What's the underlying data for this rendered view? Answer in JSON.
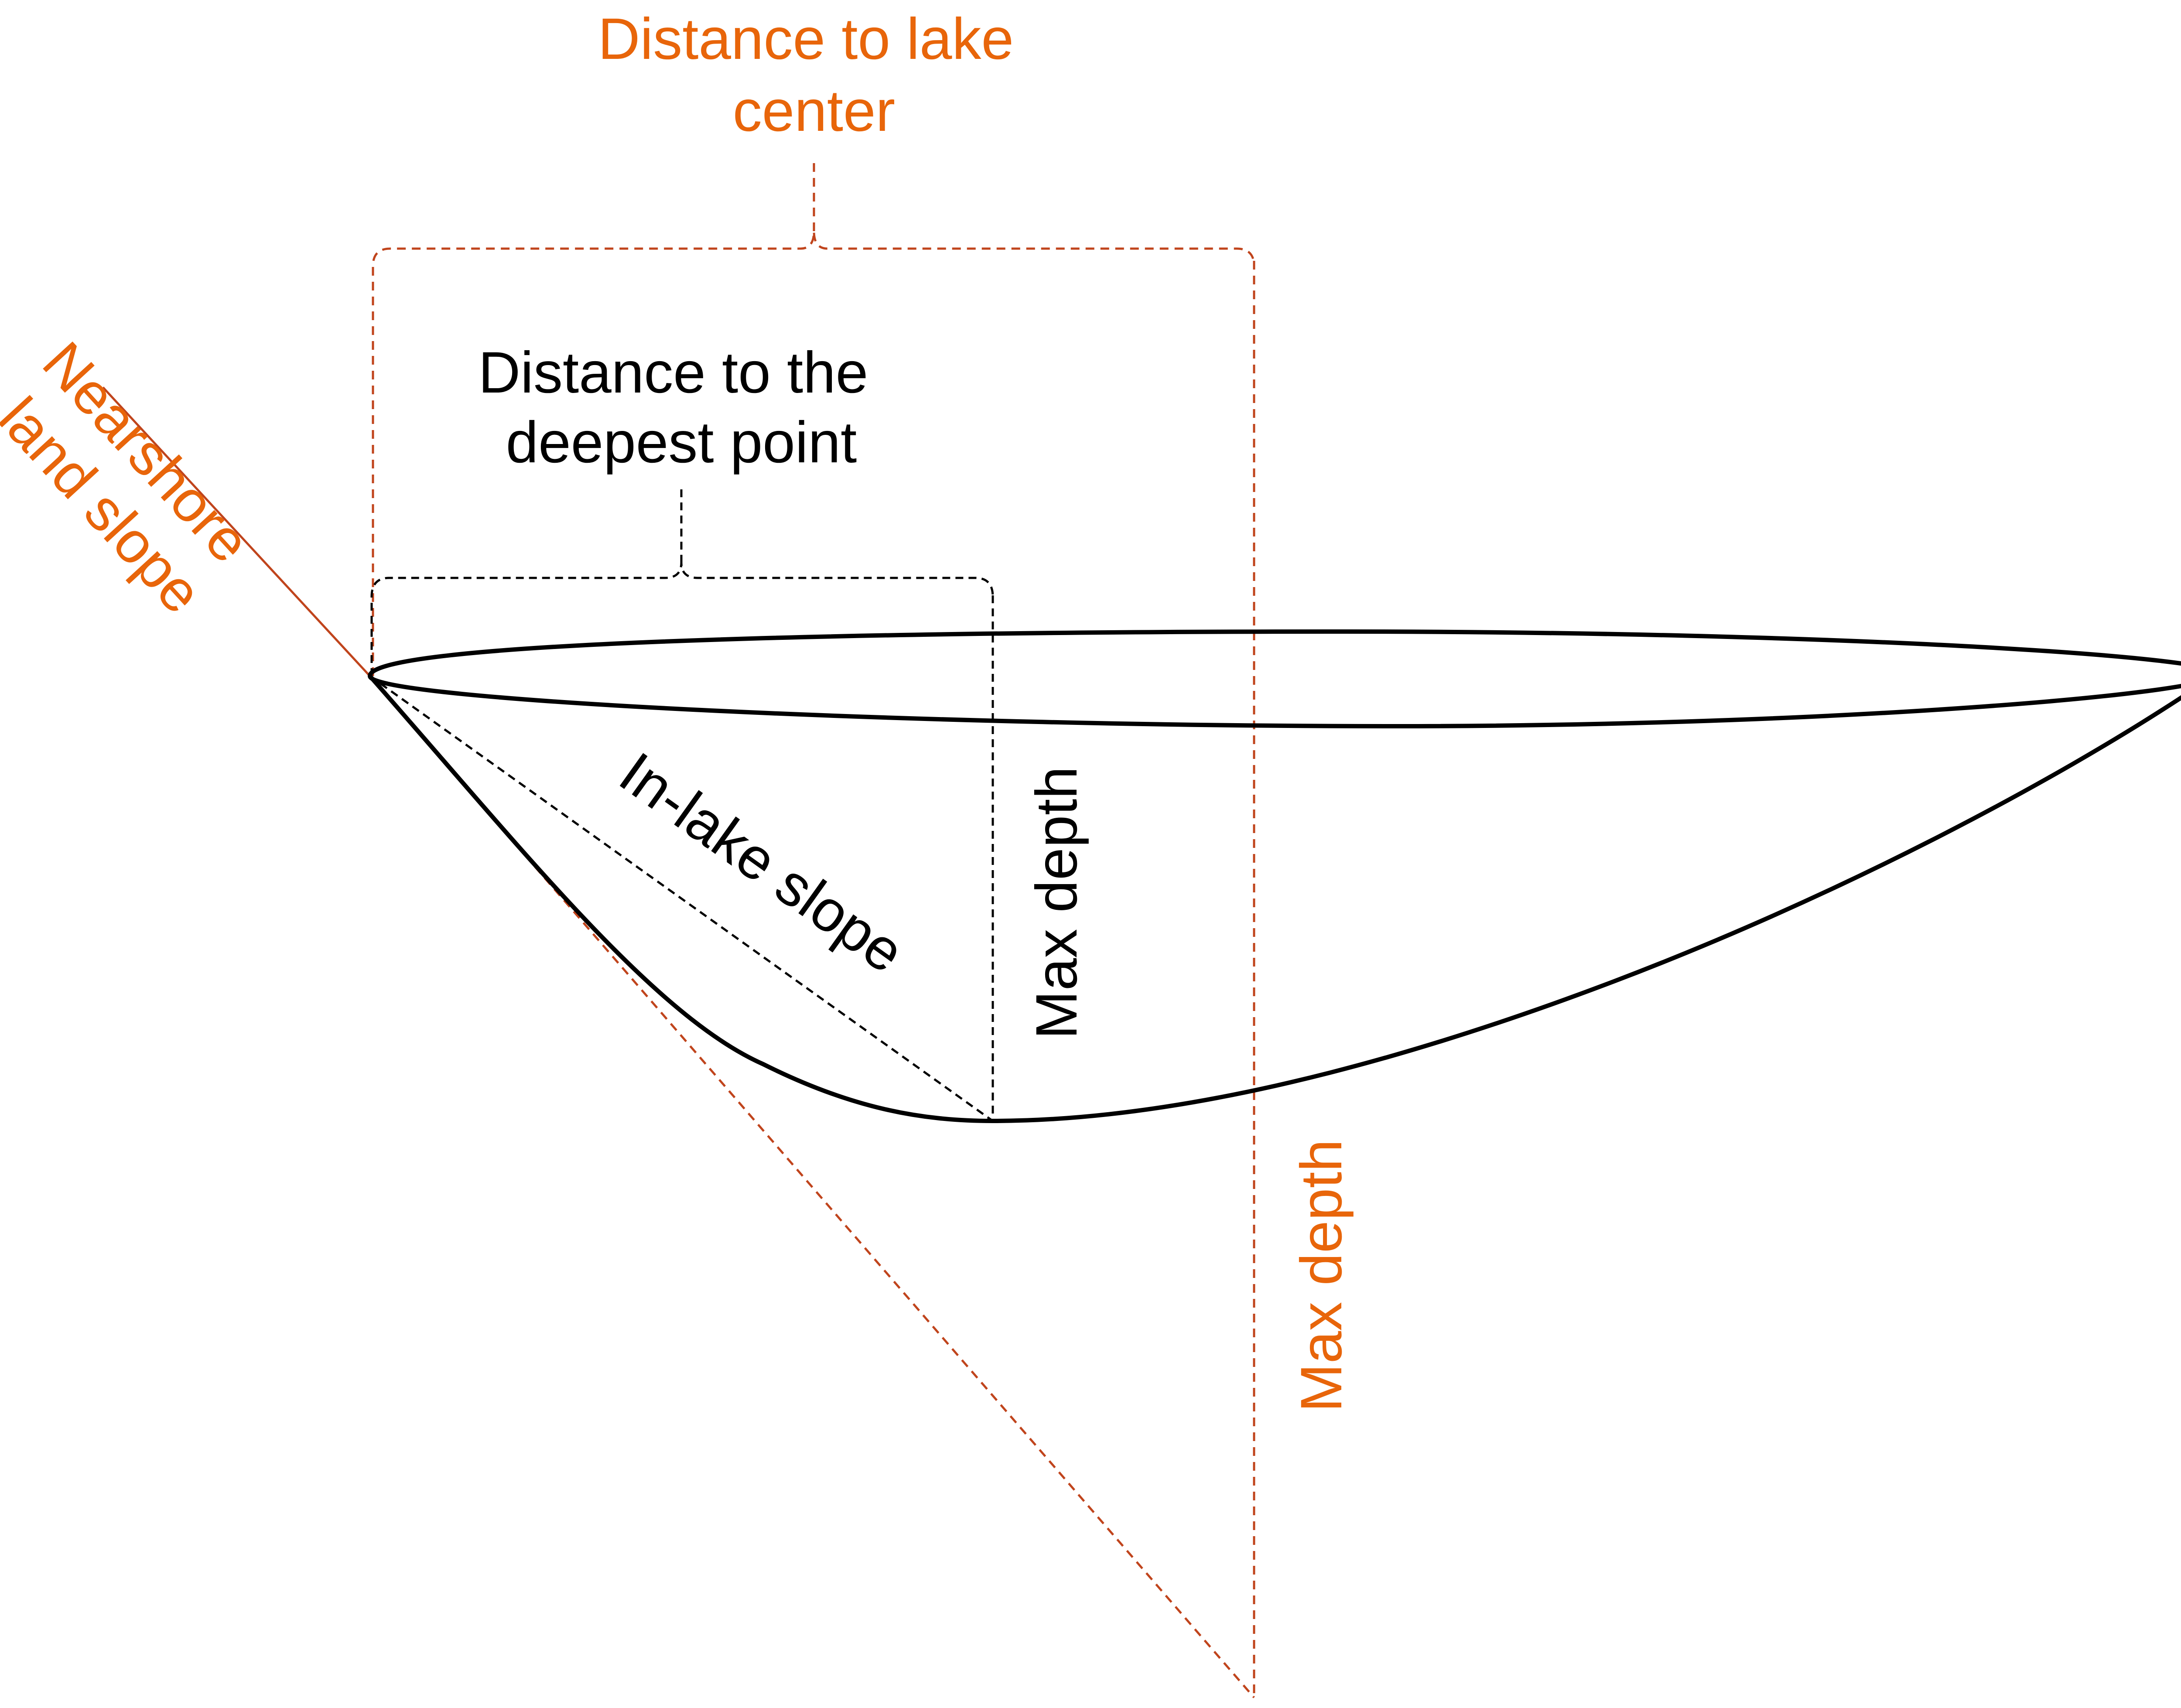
{
  "colors": {
    "accent": "#e8650a",
    "guide_line": "#c0441c",
    "outline": "#000000",
    "background": "#ffffff"
  },
  "labels": {
    "distance_to_lake_center": [
      "Distance to lake",
      "center"
    ],
    "distance_to_deepest_point": [
      "Distance to the",
      "deepest point"
    ],
    "nearshore_land_slope": [
      "Nearshore",
      "land slope"
    ],
    "in_lake_slope": "In-lake slope",
    "max_depth_actual": "Max depth",
    "max_depth_estimated": "Max depth"
  }
}
